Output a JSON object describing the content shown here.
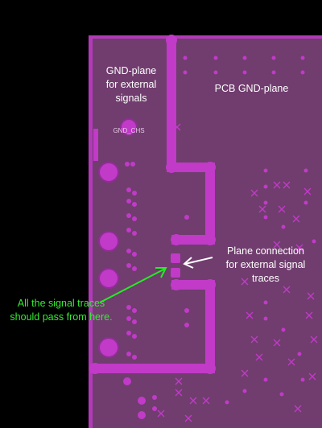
{
  "labels": {
    "gnd_external": [
      "GND-plane",
      "for external",
      "signals"
    ],
    "pcb_gnd": "PCB GND-plane",
    "plane_connection": [
      "Plane connection",
      "for external signal traces"
    ],
    "signal_note": [
      "All the signal traces",
      "should pass from here."
    ],
    "component": "GND_CHS"
  },
  "colors": {
    "background": "#000000",
    "board": "#703d6e",
    "trace": "#c13ac8",
    "label": "#ffffff",
    "note": "#33ee33"
  }
}
